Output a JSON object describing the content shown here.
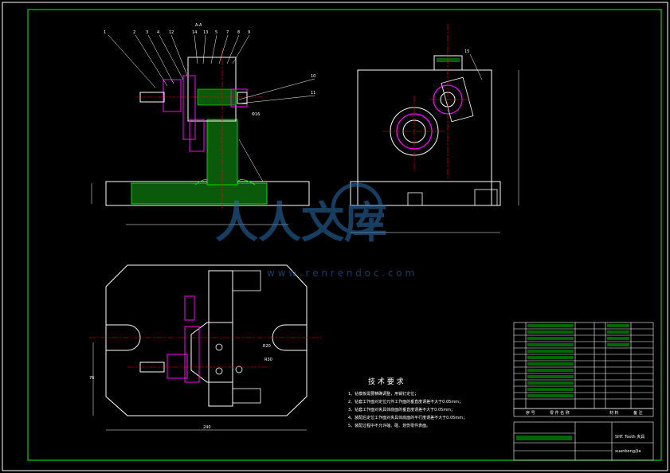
{
  "drawing": {
    "section_label": "A-A",
    "part_numbers_top": [
      "1",
      "2",
      "3",
      "4",
      "12",
      "14",
      "13",
      "5",
      "7",
      "8",
      "9"
    ],
    "right_callouts": [
      "10",
      "11"
    ],
    "right_view_label": "15",
    "tech_requirements_title": "技 术 要 求",
    "tech_requirements": [
      "1、钻模板需要精确调整，用销钉定位；",
      "2、钻套工作面对定位元件工作面的垂直度误差不大于0.05mm；",
      "3、钻套工作面对夹具体底面的垂直度误差不大于0.05mm；",
      "4、装配后定位工作面对夹具体底面的平行度误差不大于0.05mm；",
      "5、装配过程中不允许磕、碰、划伤零件表面。"
    ],
    "dim_r20": "R20",
    "dim_r30": "R30",
    "dim_fi": "Φ16",
    "dim_76": "76",
    "dim_bottom": "240",
    "title_block": {
      "name": "SHF. Tooth 夹具",
      "drawing_no": "xuanbong/jia",
      "headers": [
        "序 号",
        "零 件 名 称",
        "材 料",
        "备 注"
      ]
    },
    "watermark": {
      "text": "人人文库",
      "url": "w w w . r e n r e n d o c . c o m"
    }
  }
}
